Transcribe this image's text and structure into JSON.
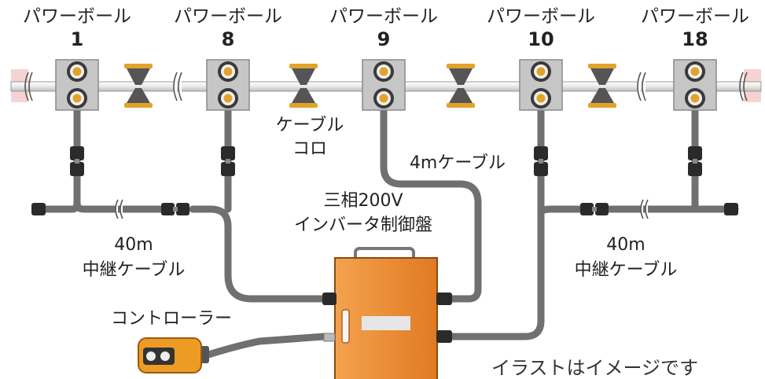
{
  "power_balls": [
    {
      "label": "パワーボール",
      "number": "1"
    },
    {
      "label": "パワーボール",
      "number": "8"
    },
    {
      "label": "パワーボール",
      "number": "9"
    },
    {
      "label": "パワーボール",
      "number": "10"
    },
    {
      "label": "パワーボール",
      "number": "18"
    }
  ],
  "labels": {
    "cable_roller_line1": "ケーブル",
    "cable_roller_line2": "コロ",
    "cable_4m": "4mケーブル",
    "inverter_line1": "三相200V",
    "inverter_line2": "インバータ制御盤",
    "relay_left_len": "40m",
    "relay_left_name": "中継ケーブル",
    "relay_right_len": "40m",
    "relay_right_name": "中継ケーブル",
    "controller": "コントローラー",
    "note": "イラストはイメージです"
  },
  "colors": {
    "cable": "#707070",
    "connector": "#2a2a2a",
    "unit_body": "#c4c4c4",
    "wheel_gold": "#e2a32a",
    "cabinet_orange": "#ec8a2e",
    "controller_orange": "#ee9b25",
    "rail_end_pink": "#f6d3d3"
  },
  "icons": {
    "power_ball_unit": "pulley-unit-icon",
    "cable_roller": "cable-roller-icon",
    "connector": "connector-icon",
    "cabinet": "control-cabinet-icon",
    "controller": "pendant-controller-icon"
  }
}
